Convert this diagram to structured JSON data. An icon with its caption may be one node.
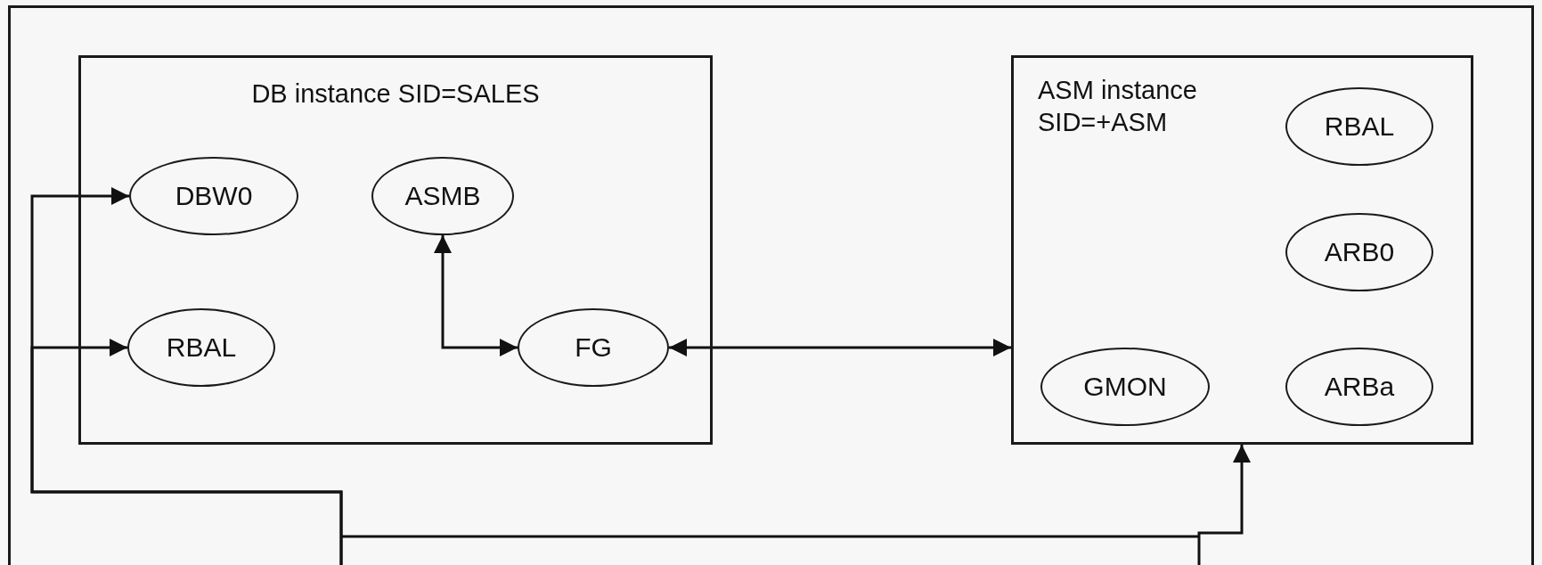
{
  "diagram": {
    "nodes": [
      {
        "text": [],
        "shape": "box"
      },
      {
        "text": [
          "DB instance SID=SALES"
        ],
        "in": 0
      },
      {
        "text": [
          "DBW0"
        ],
        "in": 1
      },
      {
        "text": [
          "ASMB"
        ],
        "in": 1
      },
      {
        "text": [
          "RBAL"
        ],
        "in": 1
      },
      {
        "text": [
          "FG"
        ],
        "in": 1
      },
      {
        "text": [
          "ASM instance SID=+ASM"
        ],
        "in": 0
      },
      {
        "text": [
          "RBAL"
        ],
        "in": 6
      },
      {
        "text": [
          "ARB0"
        ],
        "in": 6
      },
      {
        "text": [
          "GMON"
        ],
        "in": 6
      },
      {
        "text": [
          "ARBa"
        ],
        "in": 6
      }
    ],
    "edges": [
      {
        "from": 3,
        "to": 5,
        "arrow": "both"
      },
      {
        "from": 5,
        "to": 6,
        "arrow": "both"
      },
      {
        "from": null,
        "to": 2,
        "arrow": "to"
      },
      {
        "from": null,
        "to": 4,
        "arrow": "to"
      },
      {
        "from": null,
        "to": 6,
        "arrow": "to"
      }
    ]
  }
}
